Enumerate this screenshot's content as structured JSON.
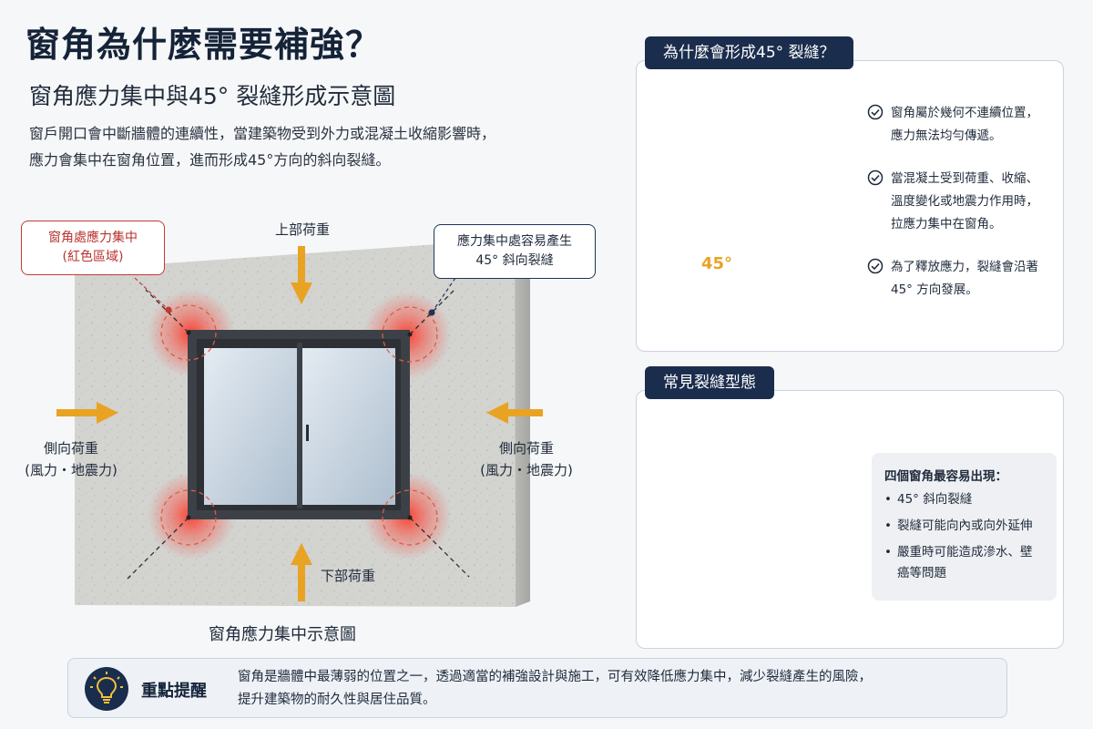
{
  "header": {
    "title": "窗角為什麼需要補強？",
    "subtitle": "窗角應力集中與45° 裂縫形成示意圖",
    "description": "窗戶開口會中斷牆體的連續性，當建築物受到外力或混凝土收縮影響時，應力會集中在窗角位置，進而形成45°方向的斜向裂縫。"
  },
  "diagram": {
    "callout_red": {
      "line1": "窗角處應力集中",
      "line2": "(紅色區域)"
    },
    "callout_blue": {
      "line1": "應力集中處容易產生",
      "line2": "45° 斜向裂縫"
    },
    "top_load": "上部荷重",
    "bottom_load": "下部荷重",
    "left_load": {
      "line1": "側向荷重",
      "line2": "(風力・地震力)"
    },
    "right_load": {
      "line1": "側向荷重",
      "line2": "(風力・地震力)"
    },
    "caption": "窗角應力集中示意圖"
  },
  "panel_why": {
    "header": "為什麼會形成45° 裂縫？",
    "angle_label": "45°",
    "points": [
      {
        "line1": "窗角屬於幾何不連續位置，",
        "line2": "應力無法均勻傳遞。"
      },
      {
        "line1": "當混凝土受到荷重、收縮、",
        "line2": "溫度變化或地震力作用時，",
        "line3": "拉應力集中在窗角。"
      },
      {
        "line1": "為了釋放應力，裂縫會沿著",
        "line2": "45° 方向發展。"
      }
    ]
  },
  "panel_types": {
    "header": "常見裂縫型態",
    "list_title": "四個窗角最容易出現：",
    "items": [
      "45° 斜向裂縫",
      "裂縫可能向內或向外延伸",
      "嚴重時可能造成滲水、壁癌等問題"
    ]
  },
  "tip": {
    "title": "重點提醒",
    "line1": "窗角是牆體中最薄弱的位置之一，透過適當的補強設計與施工，可有效降低應力集中，減少裂縫產生的風險，",
    "line2": "提升建築物的耐久性與居住品質。"
  },
  "colors": {
    "navy": "#1b2d4d",
    "arrow_orange": "#e9a323",
    "stress_red": "#e23a2e",
    "concrete": "#cfcfcc"
  },
  "icons": [
    "check-circle-icon",
    "lightbulb-icon",
    "arrow-down-icon",
    "arrow-up-icon",
    "arrow-right-icon",
    "arrow-left-icon"
  ]
}
